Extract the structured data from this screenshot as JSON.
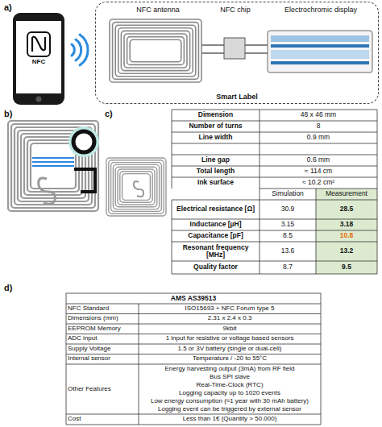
{
  "diagram": {
    "nodes": [
      {
        "text": [
          "Smart Label"
        ]
      }
    ],
    "labels": [
      "a)",
      "NFC",
      "NFC antenna",
      "NFC chip",
      "Electrochromic display",
      "b)",
      "c)",
      "Dimension",
      "48 x 46 mm",
      "Number of turns",
      "8",
      "Line width",
      "0.9 mm",
      "Line gap",
      "0.6 mm",
      "Total length",
      "≈ 114 cm",
      "Ink surface",
      "≈ 10.2 cm²",
      "Simulation",
      "Measurement",
      "Electrical resistance [Ω]",
      "30.9",
      "28.5",
      "Inductance [µH]",
      "3.15",
      "3.18",
      "Capacitance [pF]",
      "8.5",
      "10.8",
      "Resonant frequency [MHz]",
      "13.6",
      "13.2",
      "Quality factor",
      "8.7",
      "9.5",
      "d)",
      "AMS AS39513",
      "NFC Standard",
      "ISO15693 + NFC Forum type 5",
      "Dimensions (mm)",
      "2.31 x 2.4 x 0.3",
      "EEPROM Memory",
      "9kbit",
      "ADC input",
      "1 input for resistive or voltage based sensors",
      "Supply Voltage",
      "1.5 or 3V battery (single or dual-cell)",
      "Internal sensor",
      "Temperature / -20 to 55°C",
      "Other Features",
      "Energy harvesting output (3mA) from RF field",
      "Bus SPI slave",
      "Real-Time-Clock (RTC)",
      "Logging capacity up to 1020 events",
      "Low energy consumption (≈1 year with 30 mAh battery)",
      "Logging event can be triggered by external sensor",
      "Cost",
      "Less than 1€ (Quantity > 50.000)"
    ]
  }
}
